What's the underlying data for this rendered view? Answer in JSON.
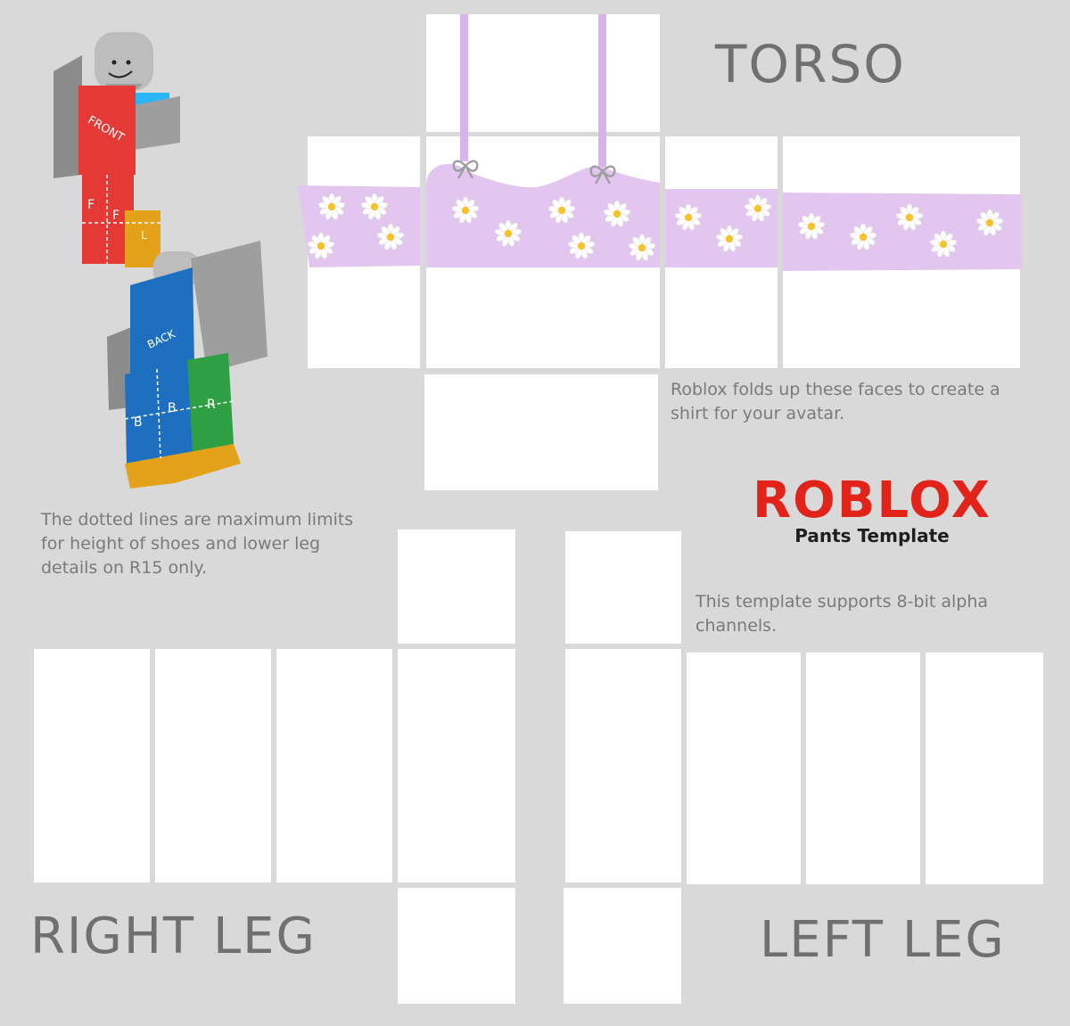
{
  "template": {
    "torso_label": "TORSO",
    "right_leg_label": "RIGHT LEG",
    "left_leg_label": "LEFT LEG",
    "fold_note": "Roblox folds up these faces to create a shirt for your avatar.",
    "dotted_note": "The dotted lines are maximum limits for height of shoes and lower leg details on R15 only.",
    "alpha_note": "This template supports 8-bit alpha channels.",
    "logo_text": "ROBLOX",
    "logo_subtitle": "Pants Template"
  },
  "avatar_labels": {
    "front": "FRONT",
    "back": "BACK",
    "f1": "F",
    "f2": "F",
    "l": "L",
    "b1": "B",
    "b2": "B",
    "r": "R"
  },
  "colors": {
    "background": "#d9d9d9",
    "face": "#ffffff",
    "lavender": "#e3c6f0",
    "strap": "#d8b4ec",
    "logo_red": "#e2231a",
    "avatar_red": "#e53935",
    "avatar_blue": "#1e6fc0",
    "avatar_green": "#2ea043",
    "avatar_orange": "#e3a21a",
    "avatar_cyan": "#29b6f6",
    "avatar_gray": "#9e9e9e"
  }
}
